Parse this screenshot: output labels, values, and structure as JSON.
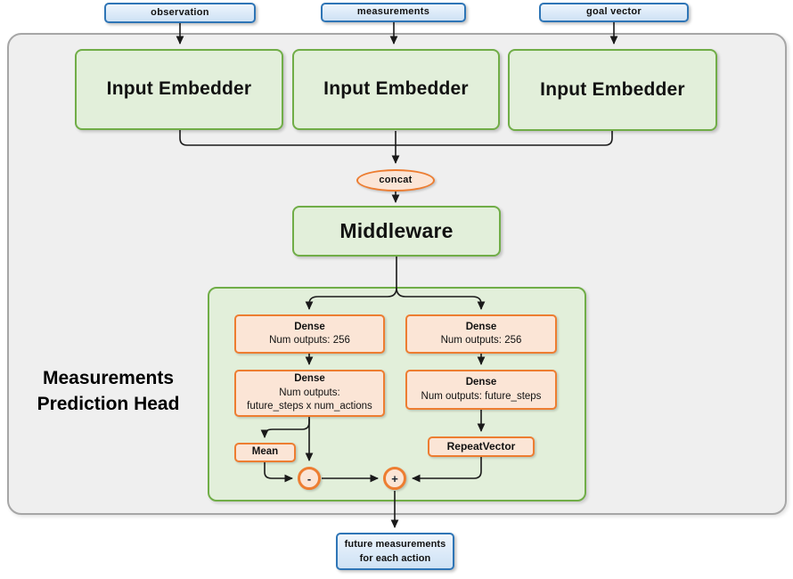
{
  "nodes": {
    "inputs": [
      {
        "label": "observation"
      },
      {
        "label": "measurements"
      },
      {
        "label": "goal vector"
      }
    ],
    "embedders": [
      {
        "label": "Input Embedder"
      },
      {
        "label": "Input Embedder"
      },
      {
        "label": "Input Embedder"
      }
    ],
    "concat": {
      "label": "concat"
    },
    "middleware": {
      "label": "Middleware"
    },
    "head": {
      "title": {
        "line1": "Measurements",
        "line2": "Prediction Head"
      },
      "dense_top_left": {
        "line1": "Dense",
        "line2": "Num outputs: 256"
      },
      "dense_top_right": {
        "line1": "Dense",
        "line2": "Num outputs: 256"
      },
      "dense_mid_left": {
        "line1": "Dense",
        "line2": "Num outputs:",
        "line3": "future_steps x num_actions"
      },
      "dense_mid_right": {
        "line1": "Dense",
        "line2": "Num outputs: future_steps"
      },
      "mean": {
        "label": "Mean"
      },
      "repeat_vector": {
        "label": "RepeatVector"
      },
      "subtract": {
        "label": "-"
      },
      "add": {
        "label": "+"
      }
    },
    "output": {
      "line1": "future measurements",
      "line2": "for each action"
    }
  },
  "colors": {
    "green_fill": "#e2efda",
    "green_border": "#70ad47",
    "orange_fill": "#fbe5d6",
    "orange_border": "#ed7d31",
    "blue_fill": "#dae9f8",
    "blue_border": "#2e75b6",
    "container_fill": "#efefef",
    "container_border": "#a6a6a6",
    "connector": "#1a1a1a"
  }
}
